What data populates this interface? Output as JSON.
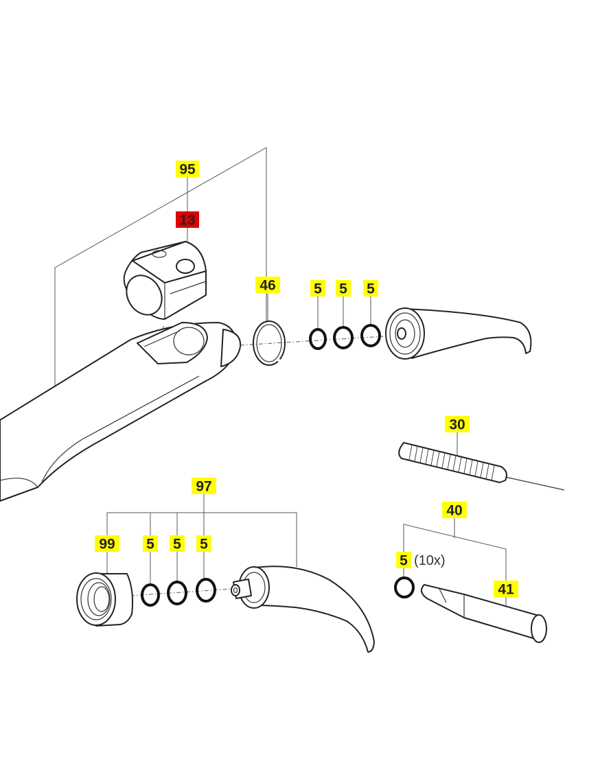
{
  "colors": {
    "label_highlight": "#ffff00",
    "label_selected": "#e00000",
    "line": "#222222",
    "background": "#ffffff"
  },
  "labels": {
    "p95": "95",
    "p13": "13",
    "p46": "46",
    "p5a": "5",
    "p5b": "5",
    "p5c": "5",
    "p30": "30",
    "p97": "97",
    "p99": "99",
    "p5d": "5",
    "p5e": "5",
    "p5f": "5",
    "p40": "40",
    "p5g": "5",
    "p41": "41"
  },
  "quantity_note": "(10x)"
}
